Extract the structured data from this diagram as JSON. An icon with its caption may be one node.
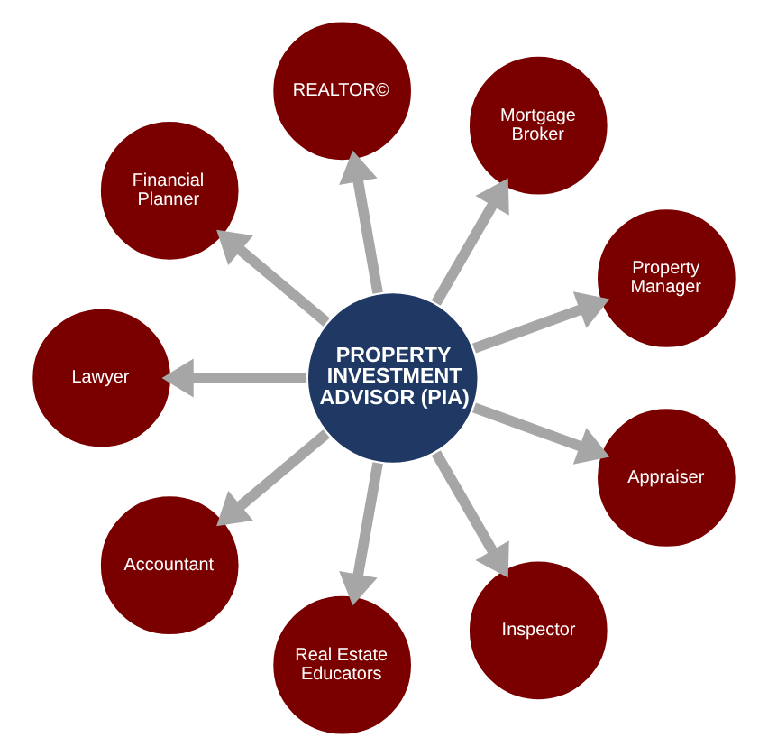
{
  "diagram": {
    "nodes": [
      {
        "text": [
          "PROPERTY INVESTMENT ADVISOR (PIA)"
        ]
      },
      {
        "text": [
          "REALTOR©"
        ]
      },
      {
        "text": [
          "Mortgage Broker"
        ]
      },
      {
        "text": [
          "Property Manager"
        ]
      },
      {
        "text": [
          "Appraiser"
        ]
      },
      {
        "text": [
          "Inspector"
        ]
      },
      {
        "text": [
          "Real Estate Educators"
        ]
      },
      {
        "text": [
          "Accountant"
        ]
      },
      {
        "text": [
          "Lawyer"
        ]
      },
      {
        "text": [
          "Financial Planner"
        ]
      }
    ],
    "edges": [
      {
        "from": 0,
        "to": 1,
        "arrow": "to"
      },
      {
        "from": 0,
        "to": 2,
        "arrow": "to"
      },
      {
        "from": 0,
        "to": 3,
        "arrow": "to"
      },
      {
        "from": 0,
        "to": 4,
        "arrow": "to"
      },
      {
        "from": 0,
        "to": 5,
        "arrow": "to"
      },
      {
        "from": 0,
        "to": 6,
        "arrow": "to"
      },
      {
        "from": 0,
        "to": 7,
        "arrow": "to"
      },
      {
        "from": 0,
        "to": 8,
        "arrow": "to"
      },
      {
        "from": 0,
        "to": 9,
        "arrow": "to"
      }
    ]
  }
}
